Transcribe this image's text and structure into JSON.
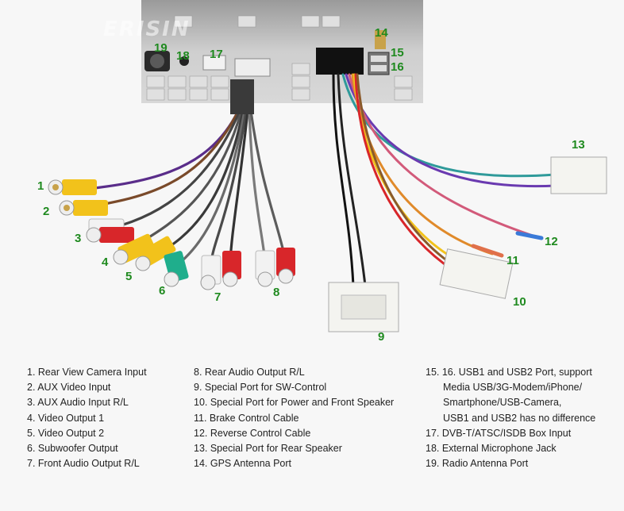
{
  "brand": "ERISIN",
  "callouts": [
    "1",
    "2",
    "3",
    "4",
    "5",
    "6",
    "7",
    "8",
    "9",
    "10",
    "11",
    "12",
    "13",
    "14",
    "15",
    "16",
    "17",
    "18",
    "19"
  ],
  "legend": {
    "col1": [
      "1. Rear View Camera Input",
      "2. AUX Video Input",
      "3. AUX Audio Input R/L",
      "4. Video Output 1",
      "5. Video Output 2",
      "6. Subwoofer Output",
      "7. Front Audio Output R/L"
    ],
    "col2": [
      "8. Rear Audio Output R/L",
      "9. Special Port for SW-Control",
      "10. Special Port for Power and Front Speaker",
      "11. Brake Control Cable",
      "12. Reverse Control Cable",
      "13. Special Port for Rear Speaker",
      "14. GPS Antenna Port"
    ],
    "col3": [
      "15. 16.  USB1 and USB2 Port, support",
      "Media USB/3G-Modem/iPhone/",
      "Smartphone/USB-Camera,",
      "USB1 and USB2 has no difference",
      "17. DVB-T/ATSC/ISDB Box Input",
      "18. External Microphone Jack",
      "19. Radio Antenna Port"
    ]
  },
  "colors": {
    "callout": "#1f8a1f",
    "rca_yellow": "#f2c21b",
    "rca_red": "#d8262a",
    "rca_white": "#f2f2f2",
    "rca_green": "#1fae8c",
    "chassis": "#c9c9c9",
    "connector": "#f4f4f0"
  }
}
